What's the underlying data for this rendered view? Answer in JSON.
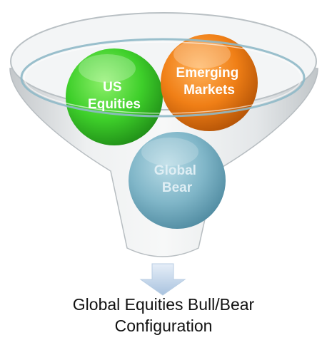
{
  "diagram": {
    "balls": [
      {
        "id": "us-equities",
        "lines": [
          "US",
          "Equities"
        ],
        "color": "#3ecf2a",
        "text_color": "#ffffff"
      },
      {
        "id": "emerging-markets",
        "lines": [
          "Emerging",
          "Markets"
        ],
        "color": "#f07f16",
        "text_color": "#ffffff"
      },
      {
        "id": "global-bear",
        "lines": [
          "Global",
          "Bear"
        ],
        "color": "#7fb4c6",
        "text_color": "#dfeef4"
      }
    ],
    "funnel_color": "#cfd3d6",
    "rim_color": "#8fb9c8",
    "arrow_color": "#c9dbee"
  },
  "caption": {
    "line1": "Global Equities Bull/Bear",
    "line2": "Configuration"
  }
}
